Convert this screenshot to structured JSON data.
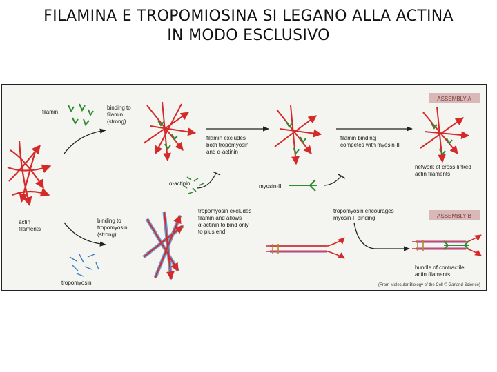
{
  "title": {
    "line1": "FILAMINA E TROPOMIOSINA SI LEGANO ALLA ACTINA",
    "line2": "IN MODO ESCLUSIVO"
  },
  "figure": {
    "assembly_a": "ASSEMBLY A",
    "assembly_b": "ASSEMBLY B",
    "filamin": "filamin",
    "binding_filamin": [
      "binding to",
      "filamin",
      "(strong)"
    ],
    "filamin_excludes": [
      "filamin excludes",
      "both tropomyosin",
      "and α-actinin"
    ],
    "filamin_binding_competes": [
      "filamin binding",
      "competes with myosin-II"
    ],
    "network": [
      "network of cross-linked",
      "actin filaments"
    ],
    "alpha_actinin": "α-actinin",
    "myosin_ii": "myosin-II",
    "actin_filaments": [
      "actin",
      "filaments"
    ],
    "binding_tropomyosin": [
      "binding to",
      "tropomyosin",
      "(strong)"
    ],
    "tropomyosin_excludes": [
      "tropomyosin excludes",
      "filamin and allows",
      "α-actinin to bind only",
      "to plus end"
    ],
    "tropomyosin_encourages": [
      "tropomyosin encourages",
      "myosin-II binding"
    ],
    "bundle": [
      "bundle of contractile",
      "actin filaments"
    ],
    "tropomyosin": "tropomyosin",
    "credit": "(From Molecular Biology of the Cell © Garland Science)"
  },
  "colors": {
    "actin": "#d42a2a",
    "filamin": "#2f8a2f",
    "tropomyosin": "#3b7fc4",
    "assembly_box": "#d9b8b8",
    "arrow": "#222222"
  }
}
